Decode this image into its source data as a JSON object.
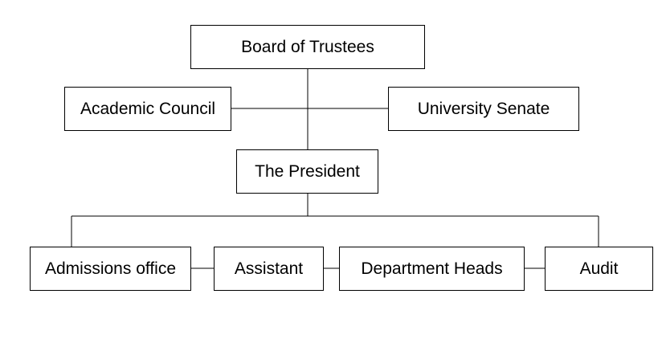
{
  "org_chart": {
    "colors": {
      "line": "#000000",
      "box_border": "#000000",
      "box_fill": "#ffffff",
      "text": "#000000"
    },
    "board": {
      "label": "Board of Trustees"
    },
    "advisory": [
      {
        "label": "Academic Council"
      },
      {
        "label": "University Senate"
      }
    ],
    "president": {
      "label": "The President"
    },
    "units": [
      {
        "label": "Admissions office"
      },
      {
        "label": "Assistant"
      },
      {
        "label": "Department Heads"
      },
      {
        "label": "Audit"
      }
    ]
  }
}
